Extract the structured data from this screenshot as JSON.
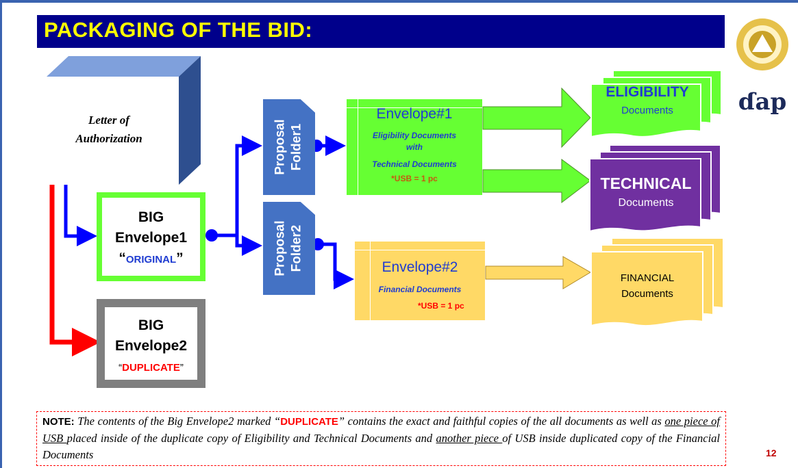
{
  "title": "PACKAGING OF THE BID:",
  "logo": {
    "text": "ɗap",
    "accent": "#c9a227"
  },
  "bid_box": {
    "title": "BID BOX",
    "letter_line1": "Letter of",
    "letter_line2": "Authorization"
  },
  "big_envelope1": {
    "line1": "BIG",
    "line2": "Envelope1",
    "open_quote": "“",
    "tag": "ORIGINAL",
    "close_quote": "”"
  },
  "big_envelope2": {
    "line1": "BIG",
    "line2": "Envelope2",
    "open_quote": "“",
    "tag": "DUPLICATE",
    "close_quote": "”"
  },
  "folder1": {
    "line1": "Proposal",
    "line2": "Folder1"
  },
  "folder2": {
    "line1": "Proposal",
    "line2": "Folder2"
  },
  "envelope1": {
    "title": "Envelope#1",
    "sub1": "Eligibility Documents",
    "sub2": "with",
    "sub3": "Technical Documents",
    "usb": "*USB = 1 pc"
  },
  "envelope2": {
    "title": "Envelope#2",
    "sub1": "Financial Documents",
    "usb": "*USB = 1 pc"
  },
  "docs": {
    "eligibility": {
      "title": "ELIGIBILITY",
      "sub": "Documents"
    },
    "technical": {
      "title": "TECHNICAL",
      "sub": "Documents"
    },
    "financial": {
      "title": "FINANCIAL",
      "sub": "Documents"
    }
  },
  "note": {
    "head": "NOTE:",
    "t1": " The contents of the Big Envelope2 marked “",
    "dup": "DUPLICATE",
    "t2": "” contains the exact and faithful copies of the all documents as well as ",
    "u1": "one piece of USB ",
    "t3": "placed inside of the duplicate copy of Eligibility and Technical Documents and ",
    "u2": "another piece ",
    "t4": "of USB inside duplicated copy of the Financial Documents"
  },
  "page_number": "12",
  "colors": {
    "title_bg": "#00008b",
    "title_text": "#ffff00",
    "box_blue": "#4472c4",
    "green": "#66ff33",
    "yellow": "#ffd966",
    "purple": "#7030a0",
    "gray": "#7f7f7f",
    "arrow_blue": "#0000ff",
    "arrow_red": "#ff0000"
  }
}
